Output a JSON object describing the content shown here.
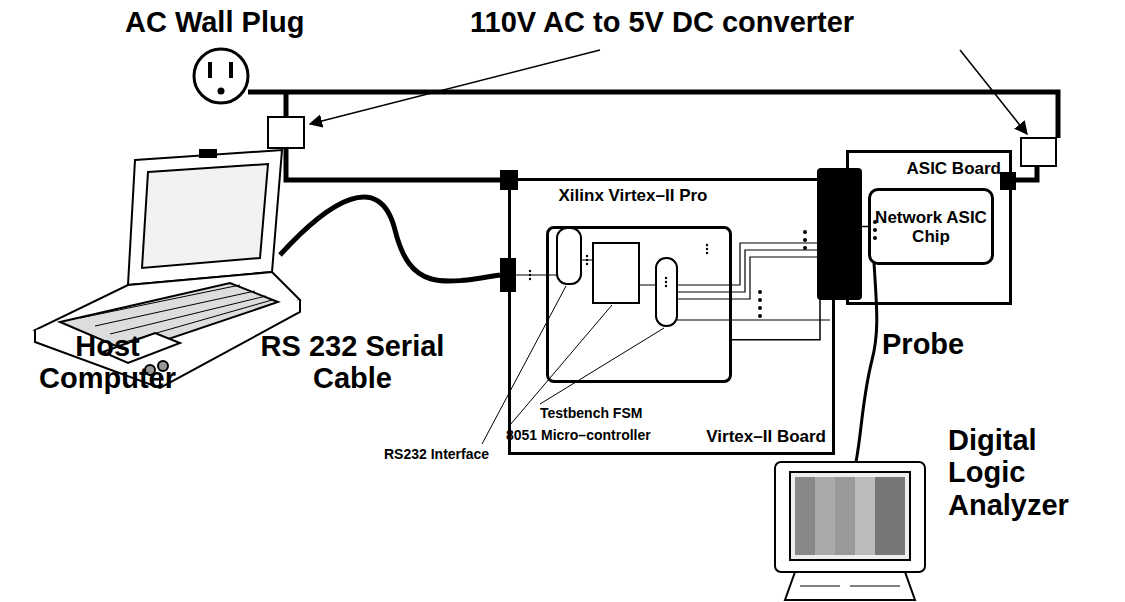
{
  "diagram": {
    "nodes": [
      {
        "text": [
          "Virtex–II Board"
        ]
      },
      {
        "text": [
          "Xilinx Virtex–II Pro"
        ],
        "in": 0
      },
      {
        "text": [
          "ASIC Board"
        ]
      },
      {
        "text": [
          "Network ASIC Chip"
        ],
        "in": 2
      }
    ],
    "edges": [
      {
        "from": 1,
        "to": 3,
        "arrow": "none"
      }
    ],
    "labels": [
      "AC Wall Plug",
      "110V AC to 5V DC converter",
      "Host Computer",
      "RS 232 Serial Cable",
      "Testbench FSM",
      "8051 Micro–controller",
      "RS232 Interface",
      "Probe",
      "Digital Logic Analyzer"
    ]
  }
}
